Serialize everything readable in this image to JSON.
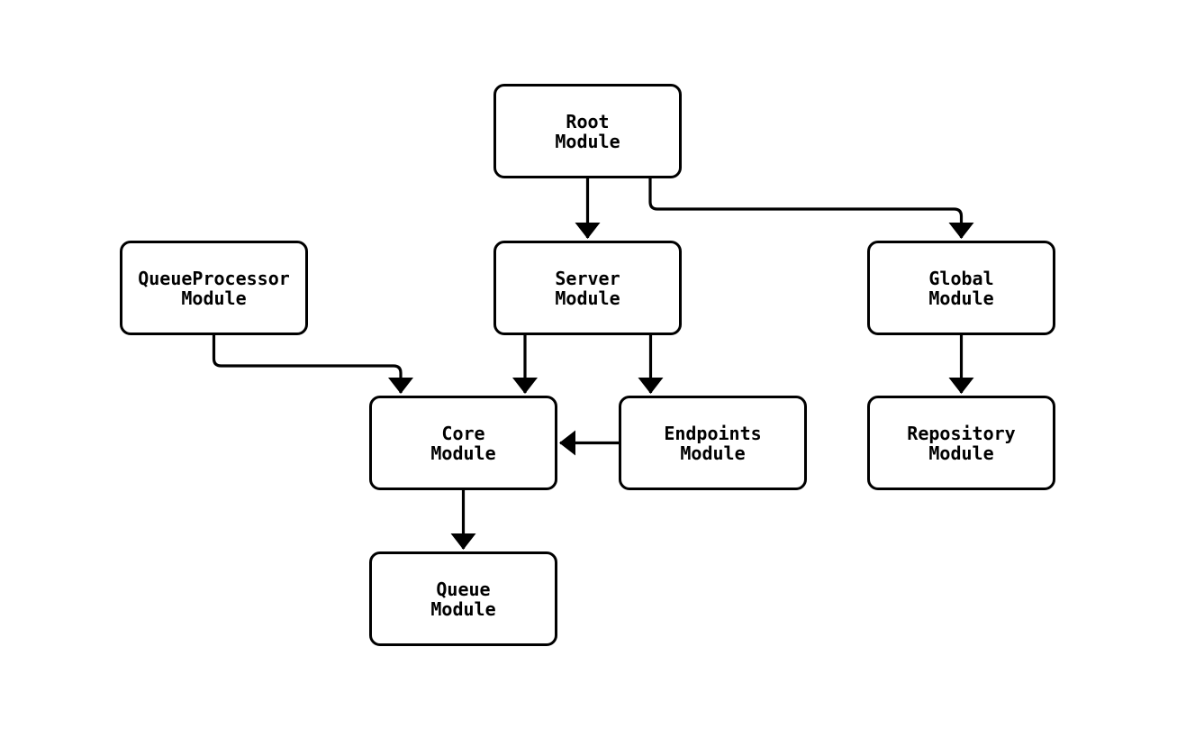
{
  "diagram": {
    "type": "module-dependency-flowchart",
    "background_color": "#ffffff",
    "node_fill_color": "#ffffff",
    "node_border_color": "#000000",
    "edge_color": "#000000",
    "text_color": "#000000",
    "nodes": {
      "root": {
        "line1": "Root",
        "line2": "Module"
      },
      "queueprocessor": {
        "line1": "QueueProcessor",
        "line2": "Module"
      },
      "server": {
        "line1": "Server",
        "line2": "Module"
      },
      "global": {
        "line1": "Global",
        "line2": "Module"
      },
      "core": {
        "line1": "Core",
        "line2": "Module"
      },
      "endpoints": {
        "line1": "Endpoints",
        "line2": "Module"
      },
      "repository": {
        "line1": "Repository",
        "line2": "Module"
      },
      "queue": {
        "line1": "Queue",
        "line2": "Module"
      }
    },
    "edges": [
      {
        "from": "root",
        "to": "server",
        "style": "arrow"
      },
      {
        "from": "root",
        "to": "global",
        "style": "arrow"
      },
      {
        "from": "queueprocessor",
        "to": "core",
        "style": "arrow"
      },
      {
        "from": "server",
        "to": "core",
        "style": "arrow"
      },
      {
        "from": "server",
        "to": "endpoints",
        "style": "arrow"
      },
      {
        "from": "endpoints",
        "to": "core",
        "style": "arrow"
      },
      {
        "from": "global",
        "to": "repository",
        "style": "arrow"
      },
      {
        "from": "core",
        "to": "queue",
        "style": "arrow"
      }
    ]
  }
}
